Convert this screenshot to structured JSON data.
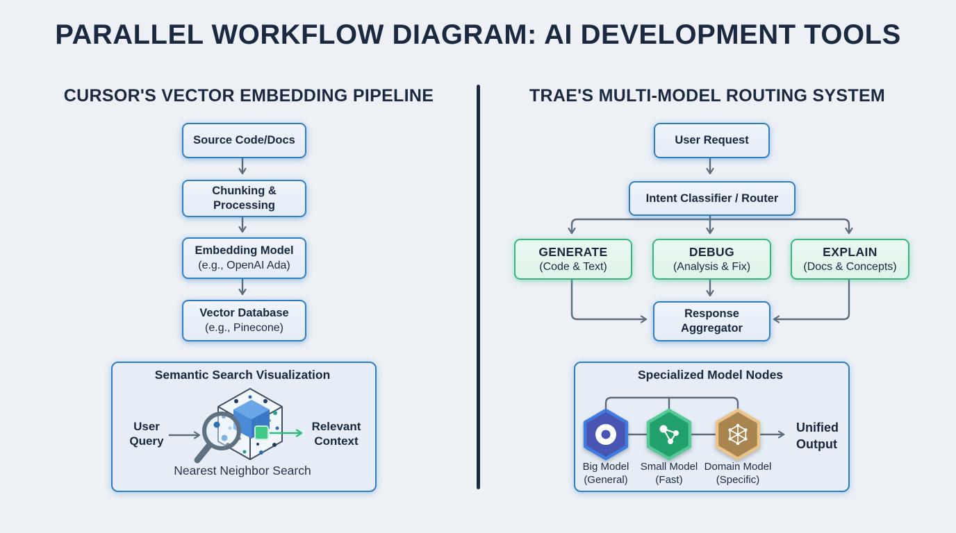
{
  "title": "PARALLEL WORKFLOW DIAGRAM: AI DEVELOPMENT TOOLS",
  "colors": {
    "background": "#edf1f6",
    "heading": "#1b2940",
    "divider": "#1b2940",
    "box_blue_border": "#2e7cc4",
    "box_green_border": "#34b57d",
    "connector": "#5c6b7c",
    "green_arrow": "#2ebd7d"
  },
  "left": {
    "heading": "CURSOR'S VECTOR EMBEDDING PIPELINE",
    "flow": [
      {
        "line1": "Source Code/Docs",
        "line2": ""
      },
      {
        "line1": "Chunking &",
        "line2": "Processing"
      },
      {
        "line1": "Embedding Model",
        "line2": "(e.g., OpenAI Ada)"
      },
      {
        "line1": "Vector Database",
        "line2": "(e.g., Pinecone)"
      }
    ],
    "panel": {
      "title": "Semantic Search Visualization",
      "query_line1": "User",
      "query_line2": "Query",
      "result_line1": "Relevant",
      "result_line2": "Context",
      "caption": "Nearest Neighbor Search",
      "icons": {
        "magnifier": "magnifying-glass-icon",
        "cube": "vector-space-cube-icon",
        "match": "matched-vector-square-icon"
      }
    }
  },
  "right": {
    "heading": "TRAE'S MULTI-MODEL ROUTING SYSTEM",
    "flow": [
      {
        "line1": "User Request",
        "line2": ""
      },
      {
        "line1": "Intent Classifier / Router",
        "line2": ""
      }
    ],
    "branches": [
      {
        "line1": "GENERATE",
        "line2": "(Code & Text)"
      },
      {
        "line1": "DEBUG",
        "line2": "(Analysis & Fix)"
      },
      {
        "line1": "EXPLAIN",
        "line2": "(Docs & Concepts)"
      }
    ],
    "aggregator": {
      "line1": "Response",
      "line2": "Aggregator"
    },
    "panel": {
      "title": "Specialized Model Nodes",
      "nodes": [
        {
          "icon": "openai-swirl-icon",
          "line1": "Big Model",
          "line2": "(General)",
          "fill": "#4a55b2",
          "border": "#3f7ce0"
        },
        {
          "icon": "network-share-icon",
          "line1": "Small Model",
          "line2": "(Fast)",
          "fill": "#21a06c",
          "border": "#57c997"
        },
        {
          "icon": "wireframe-cube-icon",
          "line1": "Domain Model",
          "line2": "(Specific)",
          "fill": "#a9854f",
          "border": "#eac489"
        }
      ],
      "output_line1": "Unified",
      "output_line2": "Output"
    }
  }
}
